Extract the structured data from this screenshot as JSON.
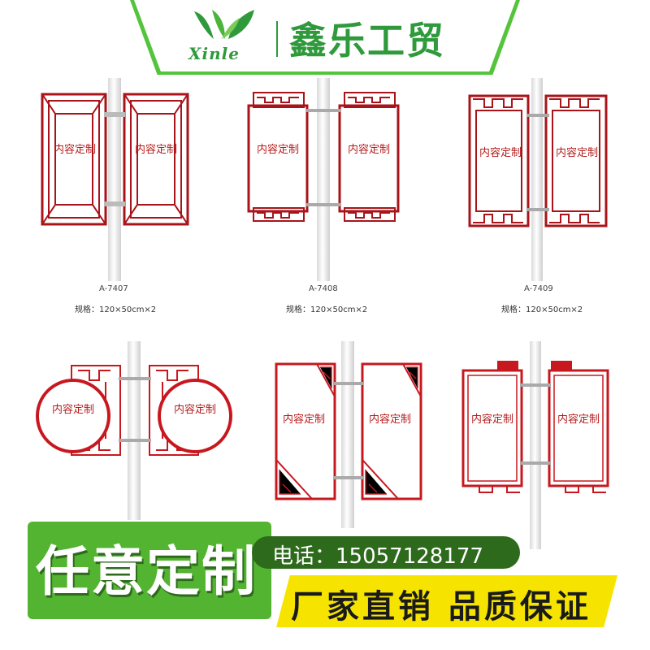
{
  "brand": {
    "latin": "Xinle",
    "chinese": "鑫乐工贸",
    "primary_color": "#54c43c",
    "logo_icon": "leaf-w-logo-icon"
  },
  "products": [
    {
      "model": "A-7407",
      "spec": "规格：120×50cm×2",
      "content": "内容定制"
    },
    {
      "model": "A-7408",
      "spec": "规格：120×50cm×2",
      "content": "内容定制"
    },
    {
      "model": "A-7409",
      "spec": "规格：120×50cm×2",
      "content": "内容定制"
    },
    {
      "content": "内容定制"
    },
    {
      "content": "内容定制"
    },
    {
      "content": "内容定制"
    }
  ],
  "banner": {
    "title": "任意定制",
    "phone": "电话：15057128177",
    "slogan": "厂家直销  品质保证",
    "accent_red": "#c8181f",
    "slogan_bg": "#f6e400"
  }
}
